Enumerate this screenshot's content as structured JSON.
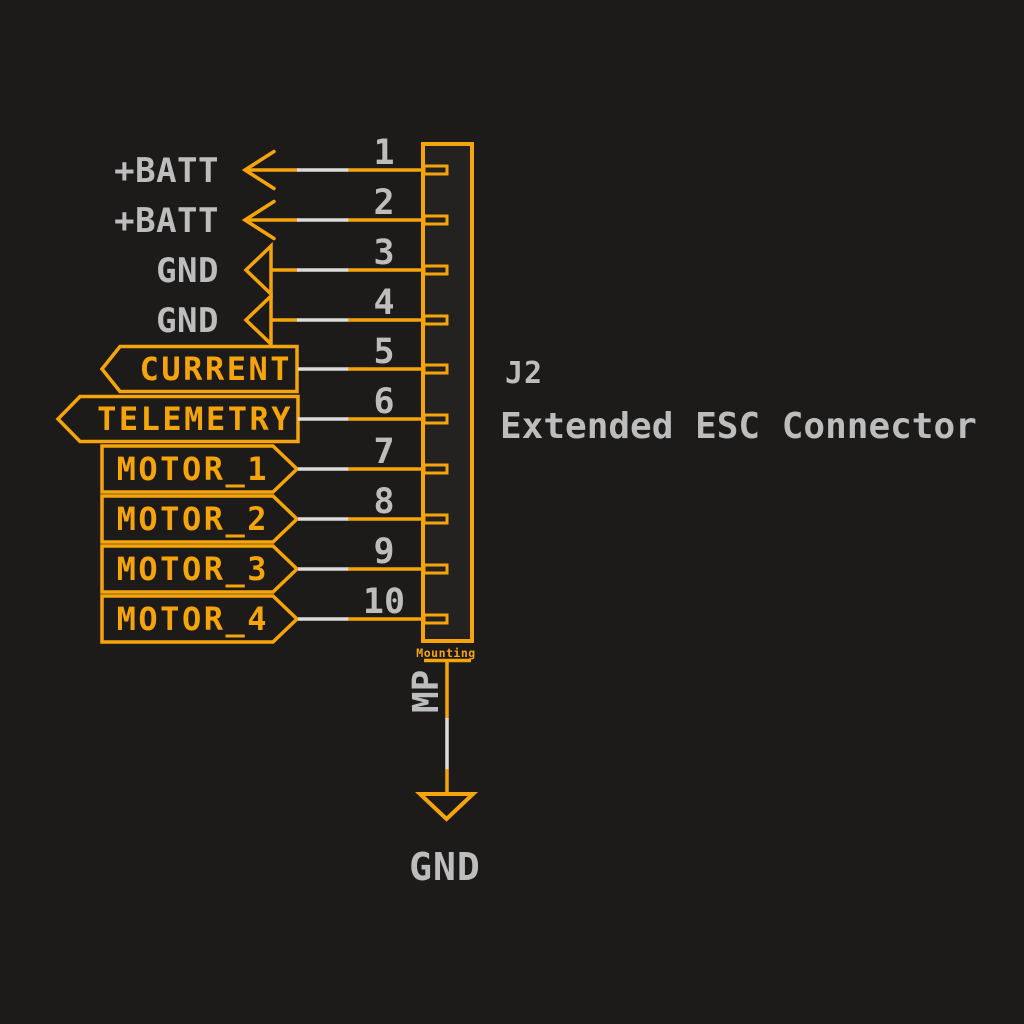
{
  "title": {
    "reference": "J2",
    "value": "Extended ESC Connector"
  },
  "pins": [
    {
      "number": "1",
      "net": "+BATT"
    },
    {
      "number": "2",
      "net": "+BATT"
    },
    {
      "number": "3",
      "net": "GND"
    },
    {
      "number": "4",
      "net": "GND"
    },
    {
      "number": "5",
      "net": "CURRENT"
    },
    {
      "number": "6",
      "net": "TELEMETRY"
    },
    {
      "number": "7",
      "net": "MOTOR_1"
    },
    {
      "number": "8",
      "net": "MOTOR_2"
    },
    {
      "number": "9",
      "net": "MOTOR_3"
    },
    {
      "number": "10",
      "net": "MOTOR_4"
    }
  ],
  "mounting": {
    "pin_number": "Mounting",
    "pin_name": "MP",
    "net": "GND"
  },
  "colors": {
    "accent": "#F6A40B",
    "wire": "#DCDCDC",
    "text": "#BDBDBD",
    "background": "#1C1B1A",
    "body_fill": "#242220"
  }
}
